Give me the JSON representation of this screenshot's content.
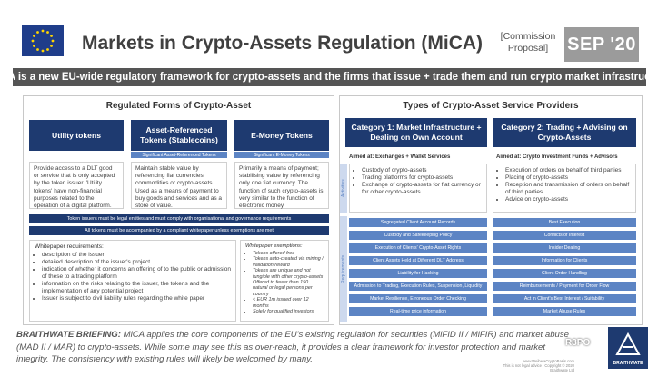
{
  "header": {
    "title": "Markets in Crypto-Assets Regulation (MiCA)",
    "subtitle_line1": "[Commission",
    "subtitle_line2": "Proposal]",
    "date": "SEP '20"
  },
  "banner": "MiCA is a new EU-wide regulatory framework for crypto-assets and the firms that issue + trade them and run crypto market infrastructure",
  "left_panel": {
    "title": "Regulated Forms of Crypto-Asset",
    "token_types": [
      {
        "label": "Utility tokens",
        "sub_label": "",
        "description": "Provide access to a DLT good or service that is only accepted by the token issuer. 'Utility tokens' have non-financial purposes related to the operation of a digital platform."
      },
      {
        "label": "Asset-Referenced Tokens (Stablecoins)",
        "sub_label": "Significant Asset-Referenced Tokens",
        "description": "Maintain stable value by referencing fiat currencies, commodities or crypto-assets. Used as a means of payment to buy goods and services and as a store of value."
      },
      {
        "label": "E-Money Tokens",
        "sub_label": "Significant E-Money Tokens",
        "description": "Primarily a means of payment; stabilising value by referencing only one fiat currency. The function of such crypto-assets is very similar to the function of electronic money."
      }
    ],
    "bar_1": "Token issuers must be legal entities and must comply with organisational and governance requirements",
    "bar_2": "All tokens must be accompanied by a compliant whitepaper unless exemptions are met",
    "whitepaper": {
      "heading": "Whitepaper requirements:",
      "items": [
        "description of the issuer",
        "detailed description of the issuer's project",
        "indication of whether it concerns an offering of to the public or admission of these to a trading platform",
        "information on the risks relating to the issuer, the tokens and the implementation of any potential project",
        "Issuer is subject to civil liability rules regarding the white paper"
      ]
    },
    "exemptions": {
      "heading": "Whitepaper exemptions:",
      "items": [
        "Tokens offered free",
        "Tokens auto-created via mining / validation reward",
        "Tokens are unique and not fungible with other crypto-assets",
        "Offered to fewer than 150 natural or legal persons per country",
        "< EUR 1m issued over 12 months",
        "Solely for qualified investors"
      ]
    }
  },
  "right_panel": {
    "title": "Types of Crypto-Asset Service Providers",
    "side_tab_1": "Activities",
    "side_tab_2": "Requirements",
    "categories": [
      {
        "label": "Category 1: Market Infrastructure + Dealing on Own Account",
        "aimed": "Aimed at: Exchanges + Wallet Services",
        "activities": [
          "Custody of crypto-assets",
          "Trading platforms for crypto-assets",
          "Exchange of crypto-assets for fiat currency or for other crypto-assets"
        ],
        "requirements": [
          "Segregated Client Account Records",
          "Custody and Safekeeping Policy",
          "Execution of Clients' Crypto-Asset Rights",
          "Client Assets Held at Different DLT Address",
          "Liability for Hacking",
          "Admission to Trading, Execution Rules, Suspension, Liquidity",
          "Market Resilience, Erroneous Order Checking",
          "Real-time price information"
        ]
      },
      {
        "label": "Category 2: Trading + Advising on Crypto-Assets",
        "aimed": "Aimed at: Crypto Investment Funds + Advisors",
        "activities": [
          "Execution of orders on behalf of third parties",
          "Placing of crypto-assets",
          "Reception and transmission of orders on behalf of third parties",
          "Advice on crypto-assets"
        ],
        "requirements": [
          "Best Execution",
          "Conflicts of Interest",
          "Insider Dealing",
          "Information for Clients",
          "Client Order Handling",
          "Reimbursements / Payment for Order Flow",
          "Act in Client's Best Interest / Suitability",
          "Market Abuse Rules"
        ]
      }
    ]
  },
  "briefing": {
    "label": "BRAITHWATE BRIEFING:",
    "text": " MiCA applies the core components of the EU's existing regulation for securities (MiFID II / MiFIR) and market abuse (MAD II / MAR) to crypto-assets.  While some may see this as over-reach, it provides a clear framework for investor protection and market integrity. The consistency with existing rules will likely be welcomed by many."
  },
  "footer": {
    "line1": "www.WeiheiaCryptoBasis.com",
    "line2": "This is not legal advice | Copyright © 2020 Braithwate Ltd",
    "logo_text": "BRAITHWATE",
    "watermark": "R3PO"
  },
  "colors": {
    "navy": "#1e3a70",
    "mid_blue": "#5c84c4",
    "light_blue": "#cdd9ee",
    "banner_grey": "#555555",
    "badge_grey": "#9b9b9b"
  }
}
